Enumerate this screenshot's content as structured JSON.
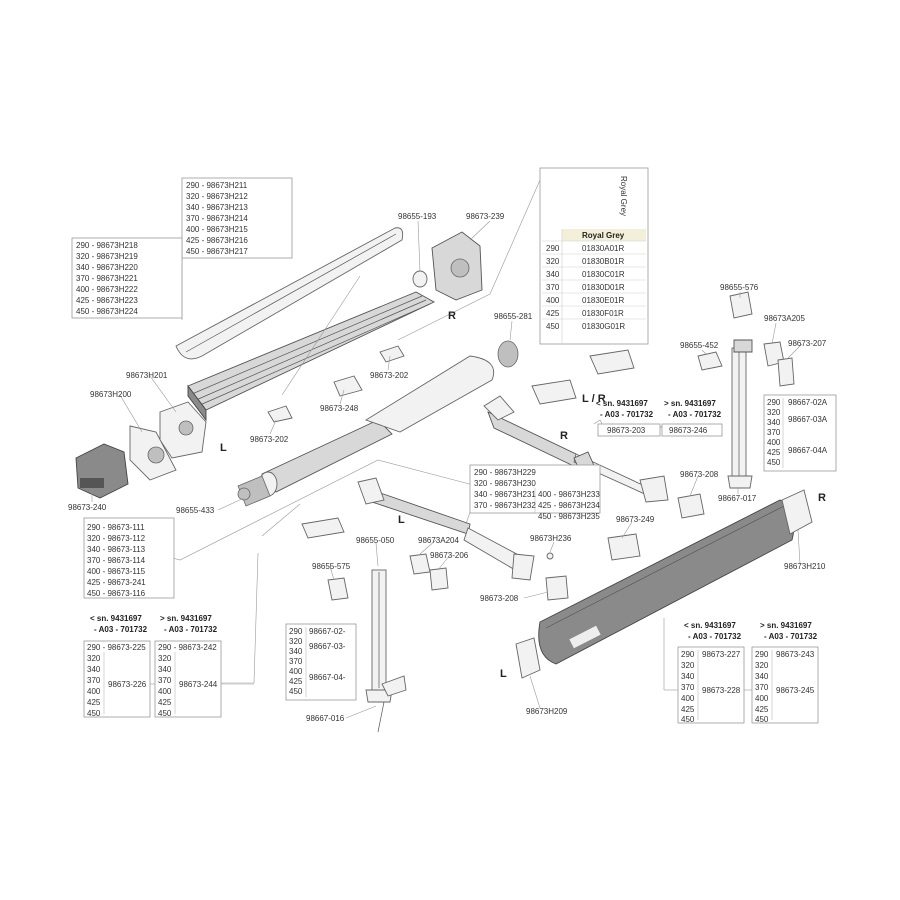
{
  "side_labels": {
    "r1": "R",
    "l1": "L",
    "lr": "L / R",
    "r2": "R",
    "l2": "L",
    "r3": "R",
    "l3": "L"
  },
  "front_cover_box": [
    "290 - 98673H211",
    "320 - 98673H212",
    "340 - 98673H213",
    "370 - 98673H214",
    "400 - 98673H215",
    "425 - 98673H216",
    "450 - 98673H217"
  ],
  "profile_box": [
    "290 - 98673H218",
    "320 - 98673H219",
    "340 - 98673H220",
    "370 - 98673H221",
    "400 - 98673H222",
    "425 - 98673H223",
    "450 - 98673H224"
  ],
  "roller_box": [
    "290 - 98673-111",
    "320 - 98673-112",
    "340 - 98673-113",
    "370 - 98673-114",
    "400 - 98673-115",
    "425 - 98673-241",
    "450 - 98673-116"
  ],
  "arm_box": {
    "left": [
      "290 - 98673H229",
      "320 - 98673H230",
      "340 - 98673H231",
      "370 - 98673H232"
    ],
    "right": [
      "400 - 98673H233",
      "425 - 98673H234",
      "450 - 98673H235"
    ]
  },
  "fabric_table": {
    "side_text": "Royal Grey",
    "header": "Royal Grey",
    "sizes": [
      "290",
      "320",
      "340",
      "370",
      "400",
      "425",
      "450"
    ],
    "codes": [
      "01830A01R",
      "01830B01R",
      "01830C01R",
      "01830D01R",
      "01830E01R",
      "01830F01R",
      "01830G01R"
    ]
  },
  "part_labels": {
    "p98655_193": "98655-193",
    "p98673_239": "98673-239",
    "p98655_281": "98655-281",
    "p98673_202a": "98673-202",
    "p98673_248": "98673-248",
    "p98673_202b": "98673-202",
    "p98673H201": "98673H201",
    "p98673H200": "98673H200",
    "p98673_240": "98673-240",
    "p98655_433": "98655-433",
    "p98655_576": "98655-576",
    "p98673A205": "98673A205",
    "p98655_452": "98655-452",
    "p98673_207": "98673-207",
    "p98673_208a": "98673-208",
    "p98667_017": "98667-017",
    "p98673H210": "98673H210",
    "p98673_249": "98673-249",
    "p98673H236": "98673H236",
    "p98655_050": "98655-050",
    "p98673A204": "98673A204",
    "p98673_206": "98673-206",
    "p98655_575": "98655-575",
    "p98673_208b": "98673-208",
    "p98667_016": "98667-016",
    "p98673H209": "98673H209"
  },
  "serial_notes": {
    "before": "< sn. 9431697",
    "before2": "- A03 - 701732",
    "after": "> sn. 9431697",
    "after2": "- A03 - 701732"
  },
  "mid_refs": {
    "ref203": "98673-203",
    "ref246": "98673-246"
  },
  "leg_right_box": {
    "sizes": [
      "290",
      "320",
      "340",
      "370",
      "400",
      "425",
      "450"
    ],
    "codes": [
      "98667-02A",
      "98667-03A",
      "98667-04A"
    ]
  },
  "leg_left_box": {
    "sizes": [
      "290",
      "320",
      "340",
      "370",
      "400",
      "425",
      "450"
    ],
    "codes": [
      "98667-02-",
      "98667-03-",
      "98667-04-"
    ]
  },
  "bl_box1": {
    "first": "290 - 98673-225",
    "sizes": [
      "320",
      "340",
      "370",
      "400",
      "425",
      "450"
    ],
    "code": "98673-226"
  },
  "bl_box2": {
    "first": "290 - 98673-242",
    "sizes": [
      "320",
      "340",
      "370",
      "400",
      "425",
      "450"
    ],
    "code": "98673-244"
  },
  "br_box1": {
    "first": "290",
    "first_code": "98673-227",
    "sizes": [
      "320",
      "340",
      "370",
      "400",
      "425",
      "450"
    ],
    "code": "98673-228"
  },
  "br_box2": {
    "first": "290",
    "first_code": "98673-243",
    "sizes": [
      "320",
      "340",
      "370",
      "400",
      "425",
      "450"
    ],
    "code": "98673-245"
  }
}
